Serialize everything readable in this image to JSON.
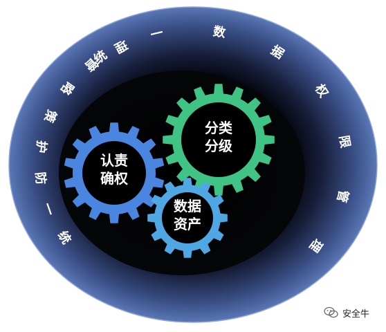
{
  "outer_ring": {
    "left_text": "统一防护策略管理",
    "right_text": "统一数据权限管理"
  },
  "gears": {
    "auth": {
      "lines": [
        "认责",
        "确权"
      ],
      "color": "#4a86e0"
    },
    "classify": {
      "lines": [
        "分类",
        "分级"
      ],
      "color": "#3fc485"
    },
    "assets": {
      "lines": [
        "数据",
        "资产"
      ],
      "color": "#4fa8e3"
    }
  },
  "watermark": {
    "text": "安全牛",
    "icon": "wechat-icon"
  }
}
